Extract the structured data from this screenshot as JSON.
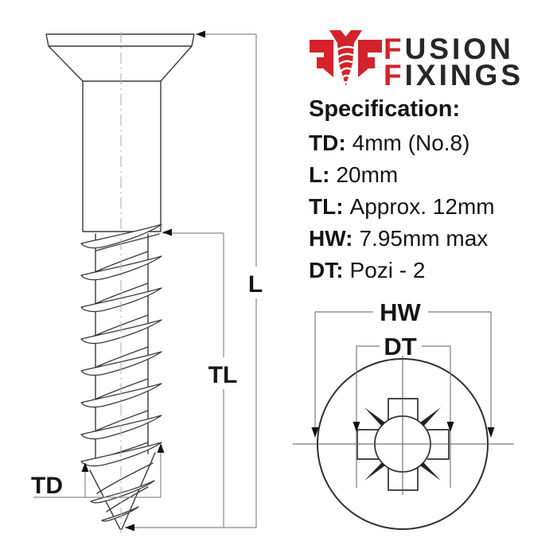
{
  "brand": {
    "line1_initial": "F",
    "line1_rest": "USION",
    "line2_initial": "F",
    "line2_rest": "IXINGS",
    "accent_color": "#d4232a",
    "text_color": "#272727"
  },
  "specification": {
    "heading": "Specification:",
    "items": [
      {
        "label": "TD:",
        "value": "4mm (No.8)"
      },
      {
        "label": "L:",
        "value": "20mm"
      },
      {
        "label": "TL:",
        "value": "Approx. 12mm"
      },
      {
        "label": "HW:",
        "value": "7.95mm max"
      },
      {
        "label": "DT:",
        "value": "Pozi - 2"
      }
    ]
  },
  "diagram": {
    "labels": {
      "length": "L",
      "thread_length": "TL",
      "thread_diameter": "TD",
      "head_width": "HW",
      "drive_type": "DT"
    }
  }
}
